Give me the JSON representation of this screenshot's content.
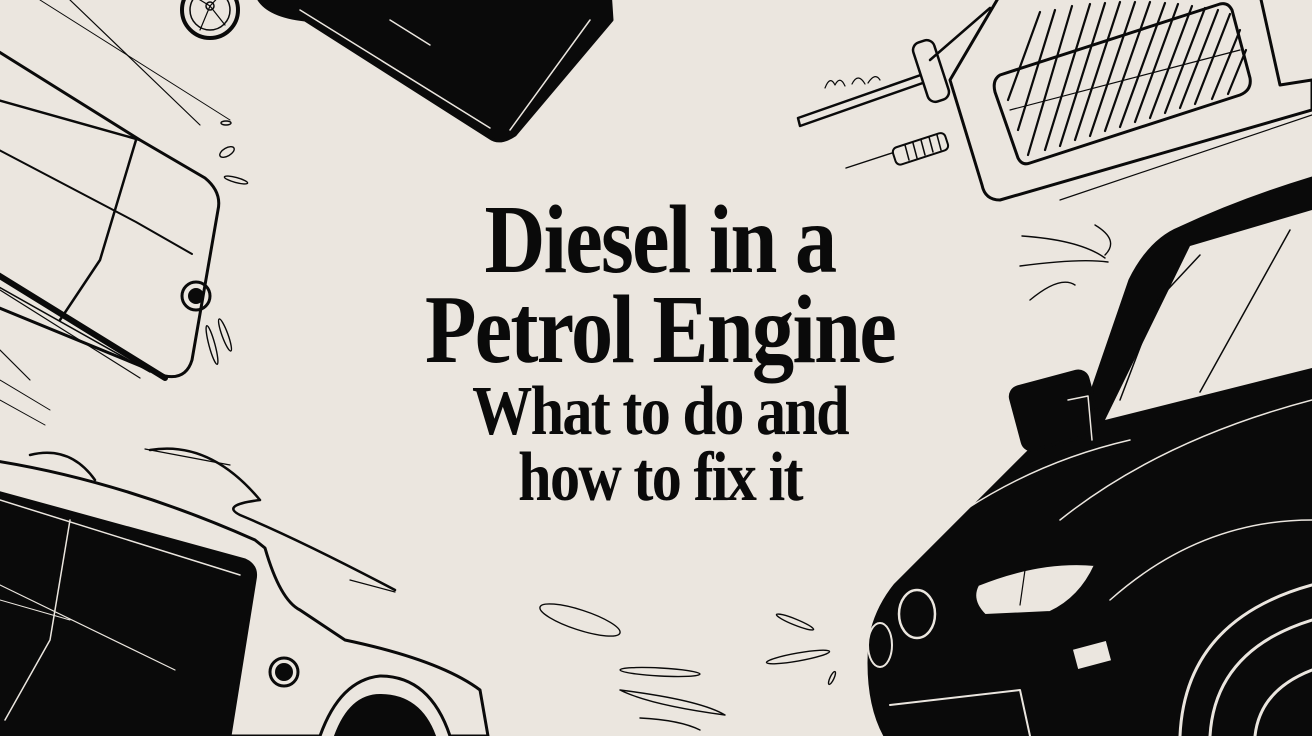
{
  "colors": {
    "background": "#ebe6df",
    "ink": "#0a0a0a"
  },
  "title": {
    "line1": "Diesel in a",
    "line2": "Petrol Engine",
    "line3": "What to do and",
    "line4": "how to fix it"
  },
  "illustrations": [
    {
      "name": "top-left-van-illustration"
    },
    {
      "name": "top-center-vehicle-wheel-illustration"
    },
    {
      "name": "top-right-vehicle-window-illustration"
    },
    {
      "name": "fuel-filter-illustration"
    },
    {
      "name": "bottom-left-vehicle-illustration"
    },
    {
      "name": "right-car-illustration"
    }
  ]
}
